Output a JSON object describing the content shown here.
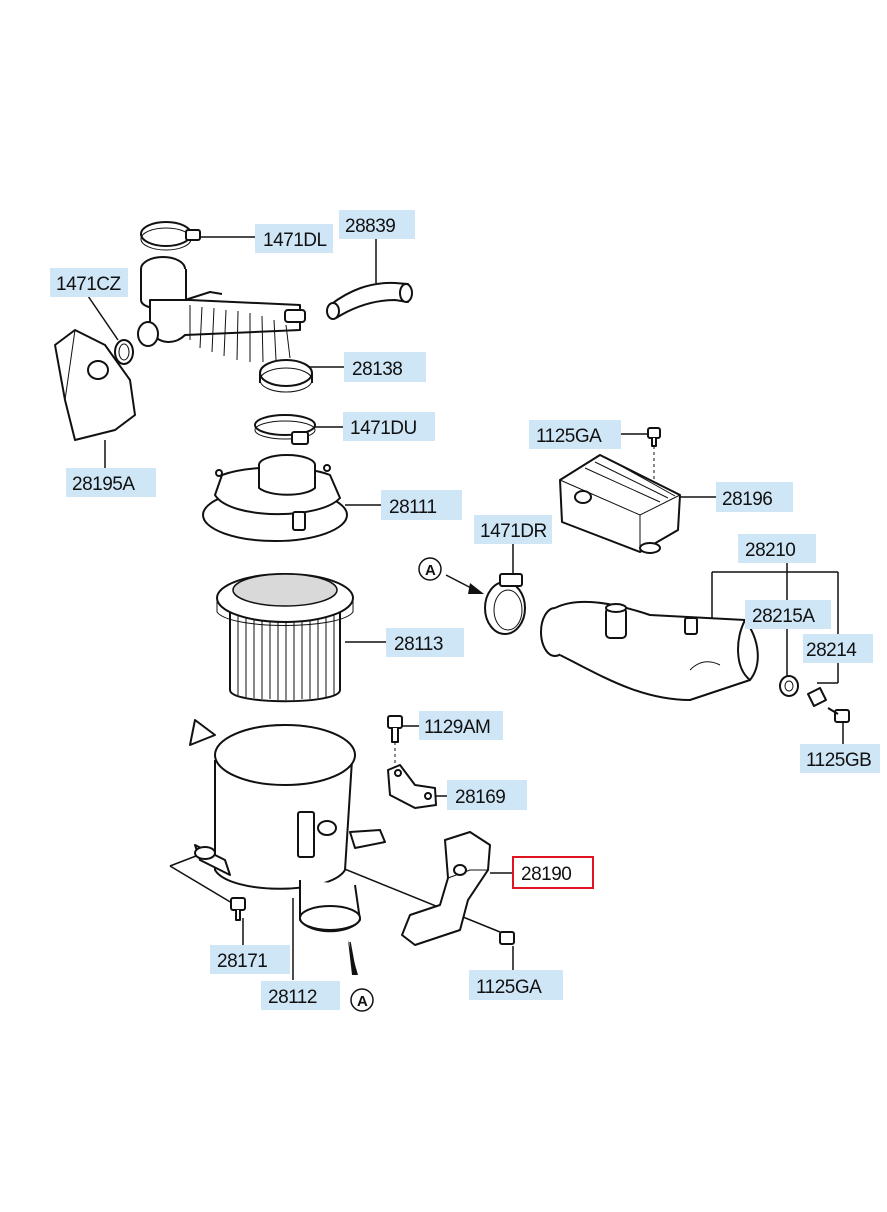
{
  "parts": {
    "p1471DL": "1471DL",
    "p28839": "28839",
    "p1471CZ": "1471CZ",
    "p28138": "28138",
    "p1471DU": "1471DU",
    "p28195A": "28195A",
    "p28111": "28111",
    "p1125GA_top": "1125GA",
    "p28196": "28196",
    "p1471DR": "1471DR",
    "p28210": "28210",
    "p28215A": "28215A",
    "p28214": "28214",
    "p28113": "28113",
    "p1129AM": "1129AM",
    "p1125GB": "1125GB",
    "p28169": "28169",
    "p28190": "28190",
    "p28171": "28171",
    "p28112": "28112",
    "p1125GA_bottom": "1125GA"
  },
  "markers": {
    "a_left": "A",
    "a_bottom": "A"
  },
  "highlight_color": "#e0141e",
  "label_color": "#cfe6f7"
}
